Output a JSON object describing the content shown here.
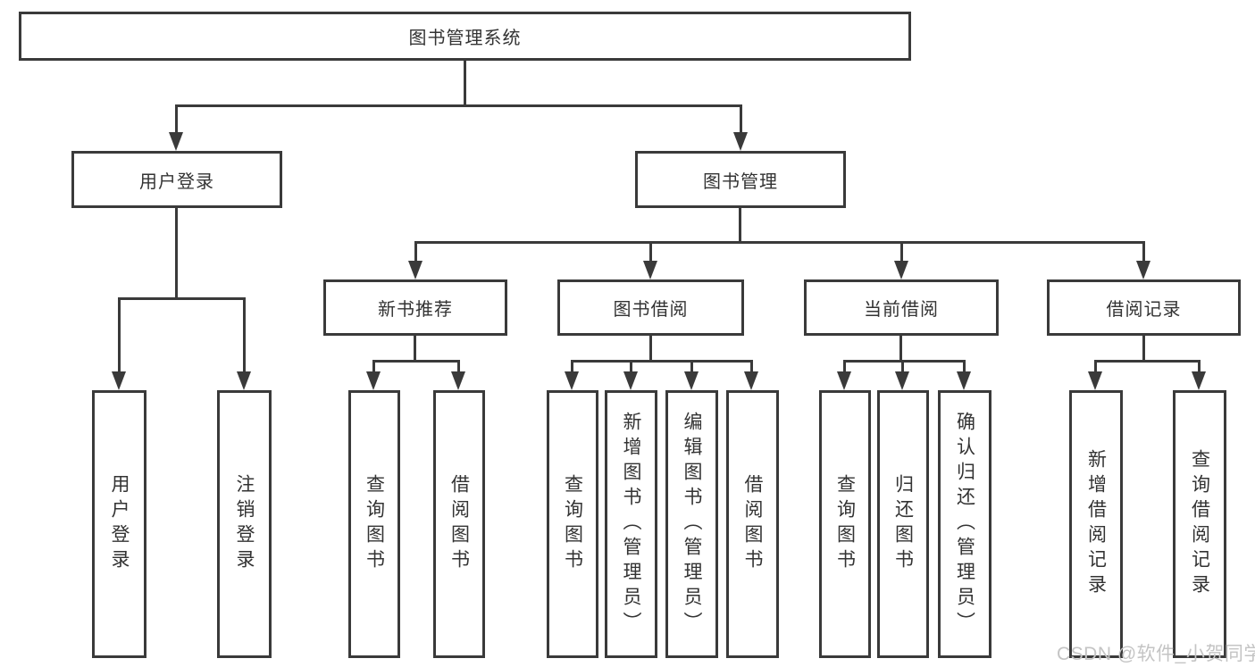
{
  "diagram_type": "hierarchy-tree",
  "colors": {
    "line": "#3a3a3a",
    "text": "#333333",
    "box_bg": "#ffffff",
    "watermark": "#c4c4c4"
  },
  "tree": {
    "label": "图书管理系统",
    "children": [
      {
        "label": "用户登录",
        "children": [
          {
            "label": "用户登录"
          },
          {
            "label": "注销登录"
          }
        ]
      },
      {
        "label": "图书管理",
        "children": [
          {
            "label": "新书推荐",
            "children": [
              {
                "label": "查询图书"
              },
              {
                "label": "借阅图书"
              }
            ]
          },
          {
            "label": "图书借阅",
            "children": [
              {
                "label": "查询图书"
              },
              {
                "label": "新增图书（管理员）"
              },
              {
                "label": "编辑图书（管理员）"
              },
              {
                "label": "借阅图书"
              }
            ]
          },
          {
            "label": "当前借阅",
            "children": [
              {
                "label": "查询图书"
              },
              {
                "label": "归还图书"
              },
              {
                "label": "确认归还（管理员）"
              }
            ]
          },
          {
            "label": "借阅记录",
            "children": [
              {
                "label": "新增借阅记录"
              },
              {
                "label": "查询借阅记录"
              }
            ]
          }
        ]
      }
    ]
  },
  "watermark": "CSDN @软件_小贺同学"
}
